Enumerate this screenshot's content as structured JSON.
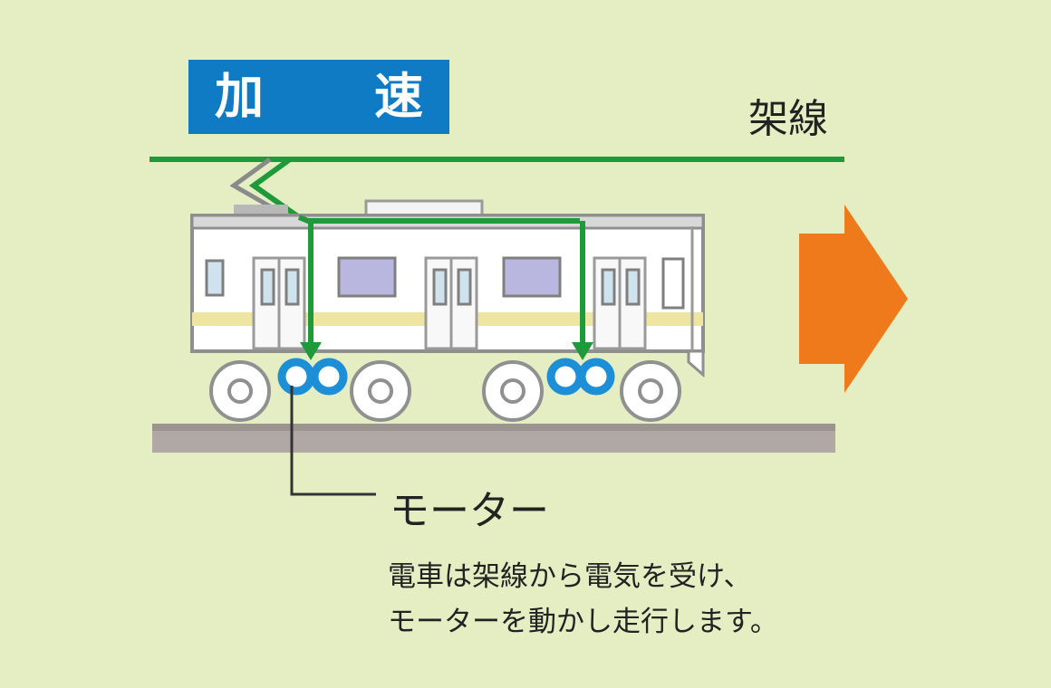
{
  "title": "加　速",
  "overhead_wire_label": "架線",
  "motor_label": "モーター",
  "description_lines": [
    "電車は架線から電気を受け、",
    "モーターを動かし走行します。"
  ],
  "colors": {
    "background": "#e5edc2",
    "title_box": "#0f7bc4",
    "wire": "#1f9a3a",
    "motor": "#1d8fd6",
    "arrow": "#ee7a1c",
    "track": "#b0a8a4",
    "train_body": "#ffffff",
    "train_stripe": "#eee6a0",
    "window": "#b9b7e0"
  },
  "icons": [
    "pantograph-icon",
    "direction-arrow-icon"
  ]
}
